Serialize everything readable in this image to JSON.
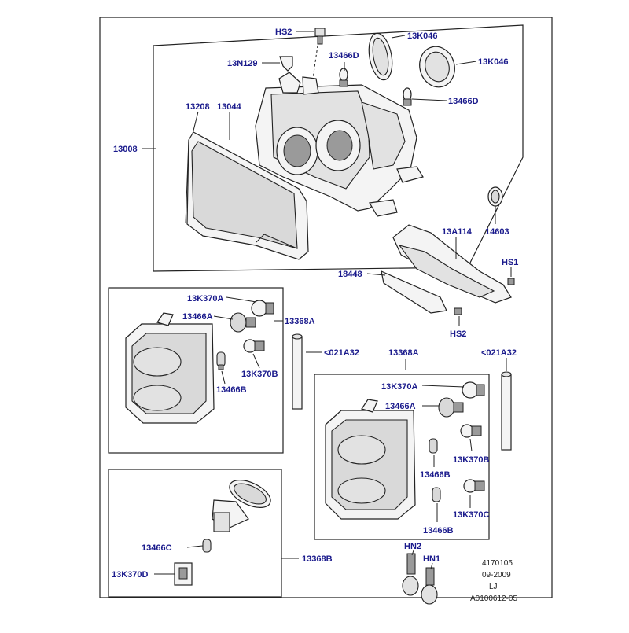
{
  "colors": {
    "label": "#1a1a8c",
    "line": "#222222",
    "background": "#ffffff"
  },
  "labels": {
    "hs2_top": "HS2",
    "k046_a": "13K046",
    "k046_b": "13K046",
    "n129": "13N129",
    "d466_a": "13466D",
    "d466_b": "13466D",
    "p13208": "13208",
    "p13044": "13044",
    "p13008": "13008",
    "a114": "13A114",
    "p14603": "14603",
    "hs1": "HS1",
    "p18448": "18448",
    "hs2_bottom": "HS2",
    "k370a_left": "13K370A",
    "a466_left": "13466A",
    "p13368a_left": "13368A",
    "a32_left": "<021A32",
    "b370_left": "13K370B",
    "b466_left": "13466B",
    "p13368a_right": "13368A",
    "a32_right": "<021A32",
    "k370a_right": "13K370A",
    "a466_right": "13466A",
    "b370_right": "13K370B",
    "b466_right": "13466B",
    "c370_right": "13K370C",
    "b466_right2": "13466B",
    "c466": "13466C",
    "p13368b": "13368B",
    "d370": "13K370D",
    "hn2": "HN2",
    "hn1": "HN1"
  },
  "meta": {
    "code": "4170105",
    "date": "09-2009",
    "initials": "LJ",
    "ref": "A0100612-05"
  }
}
